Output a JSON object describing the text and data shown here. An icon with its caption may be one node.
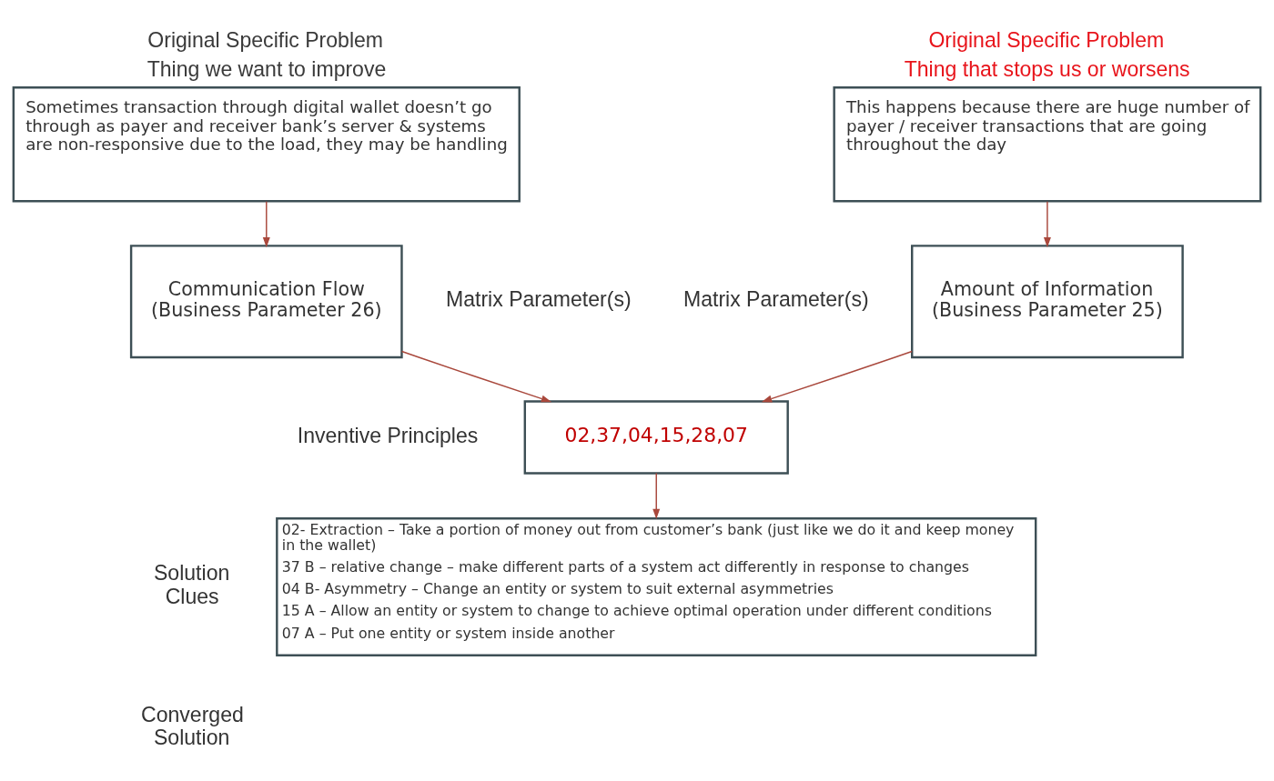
{
  "diagram": {
    "nodes": [
      {
        "text": [
          "Original Specific Problem",
          "Thing we want to improve",
          "Sometimes transaction through digital wallet doesn’t go through as payer and receiver bank’s server & systems are non-responsive due to the load, they may be handling"
        ]
      },
      {
        "text": [
          "Original Specific Problem",
          "Thing that stops us or worsens",
          "This happens because there are huge number of payer / receiver transactions that are going throughout the day"
        ]
      },
      {
        "text": [
          "Communication Flow (Business Parameter 26)"
        ]
      },
      {
        "text": [
          "Amount of Information (Business Parameter 25)"
        ]
      },
      {
        "text": [
          "02,37,04,15,28,07"
        ]
      },
      {
        "text": [
          "02- Extraction – Take a portion of money out from customer’s bank (just like we do it and keep money in the wallet)",
          "37 B – relative change – make different parts of a system act differently in response to changes",
          "04 B- Asymmetry – Change an entity or system to suit external asymmetries",
          "15 A – Allow an entity or system to change to achieve optimal operation under different conditions",
          "07 A – Put one entity or system inside another"
        ]
      }
    ],
    "edges": [
      {
        "from": 0,
        "to": 2,
        "arrow": "to"
      },
      {
        "from": 1,
        "to": 3,
        "arrow": "to"
      },
      {
        "from": 2,
        "to": 4,
        "arrow": "to"
      },
      {
        "from": 3,
        "to": 4,
        "arrow": "to"
      },
      {
        "from": 4,
        "to": 5,
        "arrow": "to"
      }
    ],
    "labels": [
      "Matrix Parameter(s)",
      "Matrix Parameter(s)",
      "Inventive Principles",
      "Solution Clues",
      "Converged Solution"
    ]
  }
}
